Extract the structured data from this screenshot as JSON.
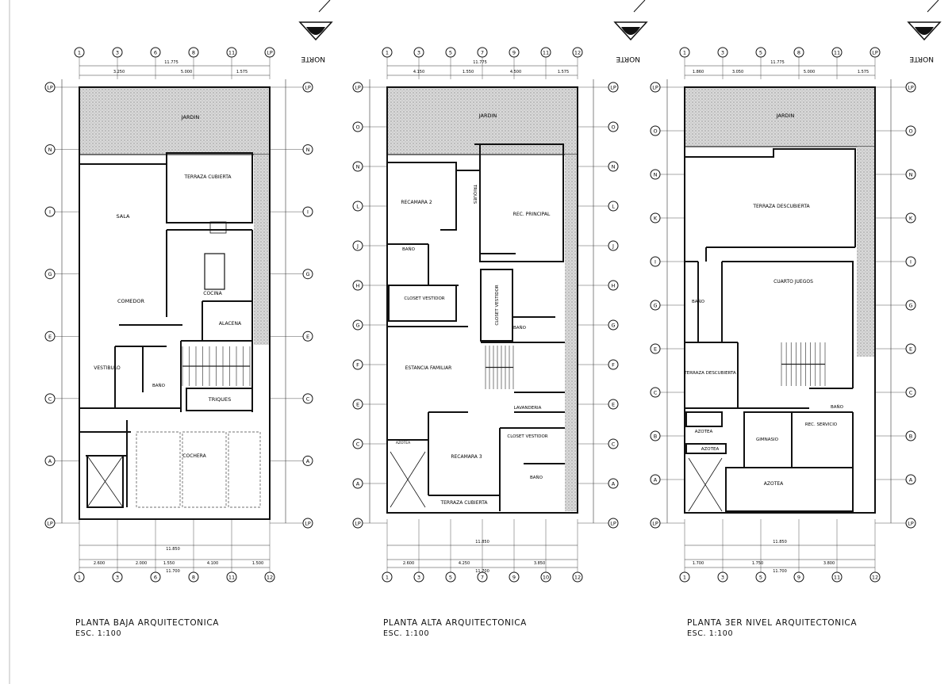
{
  "north_label": "NORTE",
  "plans": [
    {
      "id": "baja",
      "title": "PLANTA BAJA ARQUITECTONICA",
      "scale": "ESC. 1:100",
      "top_dims": [
        "3.250",
        "5.000",
        "1.575"
      ],
      "overall_dim": "11.775",
      "bottom_dims": [
        "2.600",
        "2.000",
        "1.550",
        "4.100",
        "1.500"
      ],
      "bottom_overall": "11.700",
      "bottom_overall_2": "11.850",
      "col_grid_top": [
        "1",
        "3",
        "6",
        "8",
        "11",
        "LP"
      ],
      "col_grid_bottom": [
        "1",
        "3",
        "6",
        "8",
        "11",
        "12"
      ],
      "row_grid": [
        "LP",
        "N",
        "I",
        "G",
        "E",
        "C",
        "A",
        "LP"
      ],
      "rooms": [
        {
          "key": "jardin",
          "label": "JARDIN"
        },
        {
          "key": "terraza",
          "label": "TERRAZA CUBIERTA"
        },
        {
          "key": "sala",
          "label": "SALA"
        },
        {
          "key": "cocina",
          "label": "COCINA"
        },
        {
          "key": "comedor",
          "label": "COMEDOR"
        },
        {
          "key": "alacena",
          "label": "ALACENA"
        },
        {
          "key": "vestibulo",
          "label": "VESTIBULO"
        },
        {
          "key": "bano",
          "label": "BAÑO"
        },
        {
          "key": "triques",
          "label": "TRIQUES"
        },
        {
          "key": "cochera",
          "label": "COCHERA"
        }
      ]
    },
    {
      "id": "alta",
      "title": "PLANTA ALTA ARQUITECTONICA",
      "scale": "ESC. 1:100",
      "top_dims": [
        "4.150",
        "1.550",
        "4.500",
        "1.575"
      ],
      "overall_dim": "11.775",
      "bottom_dims": [
        "2.600",
        "4.250",
        "3.850"
      ],
      "bottom_overall": "11.700",
      "bottom_overall_2": "11.850",
      "col_grid_top": [
        "1",
        "3",
        "5",
        "7",
        "9",
        "11",
        "12"
      ],
      "col_grid_bottom": [
        "1",
        "3",
        "5",
        "7",
        "9",
        "10",
        "12"
      ],
      "row_grid": [
        "LP",
        "O",
        "N",
        "L",
        "J",
        "H",
        "G",
        "F",
        "E",
        "C",
        "A",
        "LP"
      ],
      "rooms": [
        {
          "key": "jardin",
          "label": "JARDIN"
        },
        {
          "key": "recamara2",
          "label": "RECAMARA 2"
        },
        {
          "key": "triques",
          "label": "TRIQUES"
        },
        {
          "key": "recprincipal",
          "label": "REC. PRINCIPAL"
        },
        {
          "key": "bano1",
          "label": "BAÑO"
        },
        {
          "key": "closet1",
          "label": "CLOSET VESTIDOR"
        },
        {
          "key": "closet2",
          "label": "CLOSET VESTIDOR"
        },
        {
          "key": "bano2",
          "label": "BAÑO"
        },
        {
          "key": "estancia",
          "label": "ESTANCIA FAMILIAR"
        },
        {
          "key": "lavanderia",
          "label": "LAVANDERIA"
        },
        {
          "key": "azotea",
          "label": "AZOTEA"
        },
        {
          "key": "recamara3",
          "label": "RECAMARA 3"
        },
        {
          "key": "closet3",
          "label": "CLOSET VESTIDOR"
        },
        {
          "key": "bano3",
          "label": "BAÑO"
        },
        {
          "key": "terraza",
          "label": "TERRAZA CUBIERTA"
        }
      ]
    },
    {
      "id": "tercer",
      "title": "PLANTA 3ER NIVEL ARQUITECTONICA",
      "scale": "ESC. 1:100",
      "top_dims": [
        "1.860",
        "3.050",
        "5.000",
        "1.575"
      ],
      "overall_dim": "11.775",
      "bottom_dims": [
        "1.700",
        "1.750",
        "3.800"
      ],
      "bottom_overall": "11.700",
      "bottom_overall_2": "11.850",
      "col_grid_top": [
        "1",
        "3",
        "5",
        "8",
        "11",
        "LP"
      ],
      "col_grid_bottom": [
        "1",
        "3",
        "5",
        "9",
        "11",
        "12"
      ],
      "row_grid": [
        "LP",
        "O",
        "N",
        "K",
        "I",
        "G",
        "E",
        "C",
        "B",
        "A",
        "LP"
      ],
      "rooms": [
        {
          "key": "jardin",
          "label": "JARDIN"
        },
        {
          "key": "terrazadesc",
          "label": "TERRAZA DESCUBIERTA"
        },
        {
          "key": "cuartojuegos",
          "label": "CUARTO JUEGOS"
        },
        {
          "key": "bano1",
          "label": "BAÑO"
        },
        {
          "key": "terraza2",
          "label": "TERRAZA DESCUBIERTA"
        },
        {
          "key": "bano2",
          "label": "BAÑO"
        },
        {
          "key": "azotea1",
          "label": "AZOTEA"
        },
        {
          "key": "gimnasio",
          "label": "GIMNASIO"
        },
        {
          "key": "recservicio",
          "label": "REC. SERVICIO"
        },
        {
          "key": "azotea2",
          "label": "AZOTEA"
        },
        {
          "key": "azotea3",
          "label": "AZOTEA"
        }
      ]
    }
  ]
}
